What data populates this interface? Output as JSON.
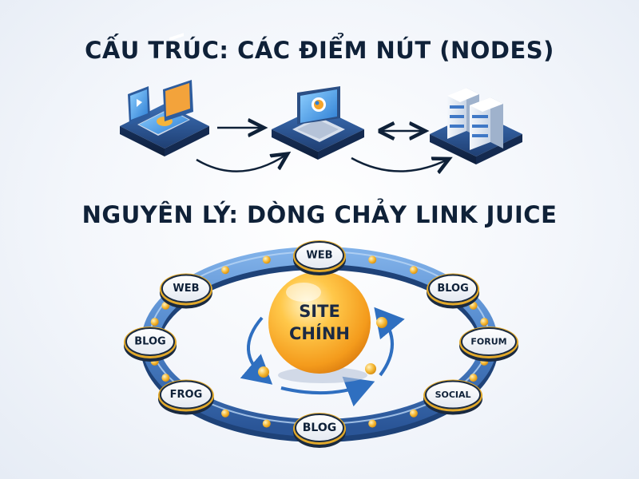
{
  "headings": {
    "structure": "CẤU TRÚC: CÁC ĐIỂM NÚT (NODES)",
    "principle": "NGUYÊN LÝ: DÒNG CHẢY LINK JUICE"
  },
  "structure_icons": [
    "laptop-with-media-icon",
    "laptop-icon",
    "server-rack-icon"
  ],
  "core": {
    "line1": "SITE",
    "line2": "CHÍNH"
  },
  "ring_nodes": [
    "WEB",
    "BLOG",
    "FORUM",
    "SOCIAL",
    "BLOG",
    "FROG",
    "BLOG",
    "WEB"
  ],
  "colors": {
    "ring": "#5b8fd0",
    "ring_dark": "#2a4f86",
    "node_fill": "#ffffff",
    "node_rim": "#1a2a40",
    "node_gold": "#e2a92a",
    "core_orange": "#f6a623",
    "dot_gold": "#f2b233",
    "arrow": "#0f2138"
  }
}
